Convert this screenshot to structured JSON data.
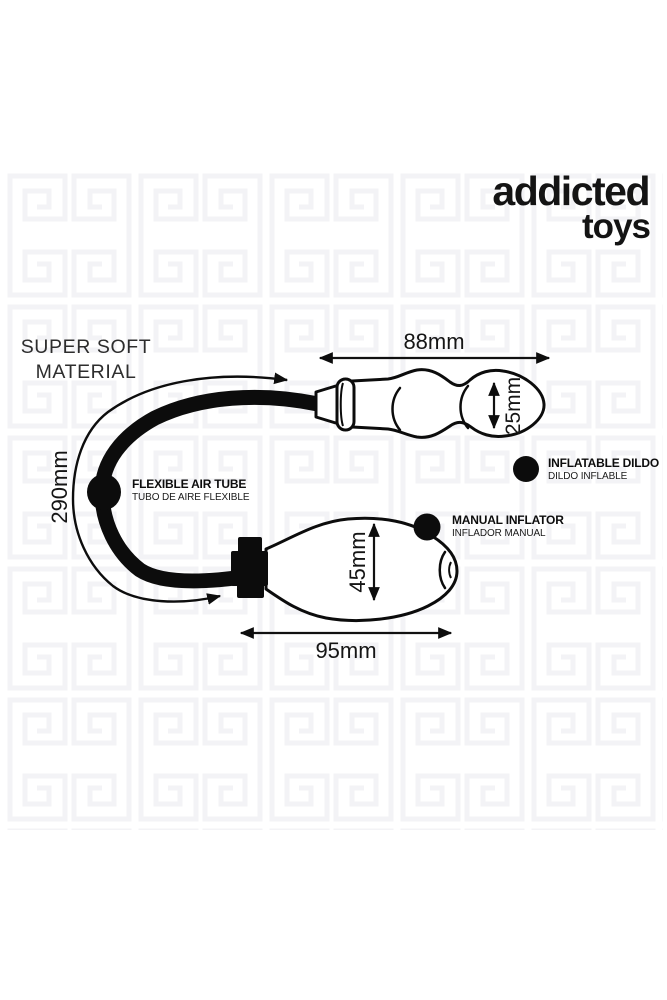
{
  "colors": {
    "background": "#ffffff",
    "ink": "#0c0c0c",
    "logo_ink": "#20202b",
    "watermark_pattern": "#f3f3f6"
  },
  "logo": {
    "word1": "addicted",
    "word2": "toys"
  },
  "material_note": {
    "line1": "SUPER SOFT",
    "line2": "MATERIAL"
  },
  "dimensions": {
    "dildo_length": "88mm",
    "dildo_tip_diameter": "25mm",
    "air_tube_length": "290mm",
    "pump_bulb_diameter": "45mm",
    "pump_bulb_length": "95mm"
  },
  "callouts": {
    "air_tube": {
      "title": "FLEXIBLE AIR TUBE",
      "subtitle": "TUBO DE AIRE FLEXIBLE"
    },
    "dildo": {
      "title": "INFLATABLE DILDO",
      "subtitle": "DILDO INFLABLE"
    },
    "inflator": {
      "title": "MANUAL INFLATOR",
      "subtitle": "INFLADOR MANUAL"
    }
  }
}
